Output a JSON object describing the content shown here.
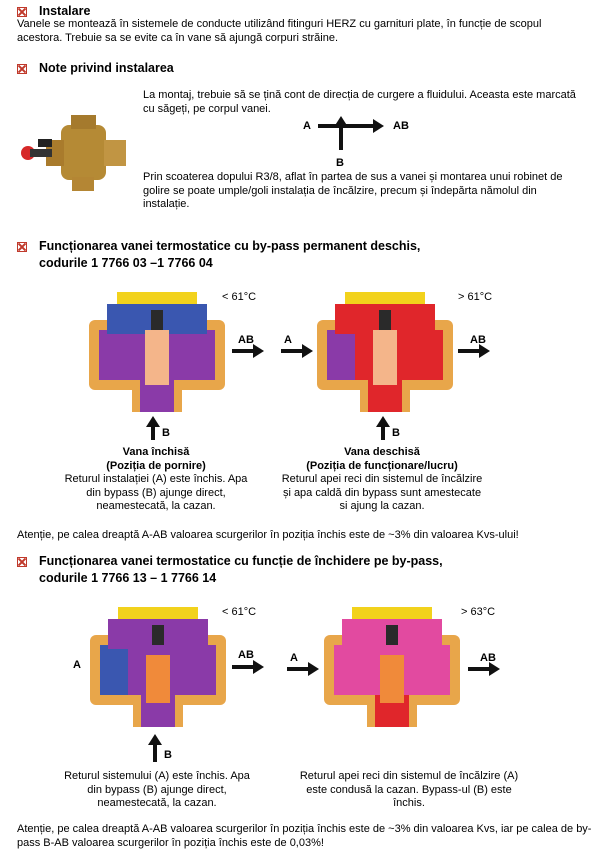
{
  "section1": {
    "title": "Instalare",
    "text": "Vanele se montează în sistemele de conducte utilizând fitinguri HERZ cu garnituri plate, în funcție de scopul acestora. Trebuie sa se evite ca în vane să ajungă corpuri străine."
  },
  "section2": {
    "title": "Note privind instalarea",
    "text1": "La montaj, trebuie să se țină cont de direcția de curgere a fluidului. Aceasta este marcată cu săgeți, pe corpul vanei.",
    "arrow_a": "A",
    "arrow_ab": "AB",
    "arrow_b": "B",
    "text2": "Prin scoaterea dopului R3/8, aflat în partea de sus a vanei și montarea unui robinet de golire se poate umple/goli instalația de încălzire, precum și îndepărta nămolul din instalație."
  },
  "section3": {
    "title_line1": "Funcționarea vanei termostatice cu by-pass permanent deschis,",
    "title_line2": "codurile 1 7766 03 –1 7766 04",
    "left": {
      "temp": "< 61°C",
      "label_ab": "AB",
      "label_b": "B",
      "caption_title1": "Vana închisă",
      "caption_title2": "(Poziția de pornire)",
      "caption_text": "Returul instalației (A) este închis. Apa din bypass (B) ajunge direct, neamestecată, la cazan."
    },
    "right": {
      "temp": "> 61°C",
      "label_a": "A",
      "label_ab": "AB",
      "label_b": "B",
      "caption_title1": "Vana deschisă",
      "caption_title2": "(Poziția de funcționare/lucru)",
      "caption_text": "Returul apei reci din sistemul de încălzire și apa caldă din bypass sunt amestecate si ajung la cazan."
    },
    "note": "Atenție, pe calea dreaptă A-AB valoarea scurgerilor în poziția închis este de ~3% din valoarea Kvs-ului!"
  },
  "section4": {
    "title_line1": "Funcționarea vanei termostatice cu funcție de închidere pe by-pass,",
    "title_line2": "codurile 1 7766 13 – 1 7766 14",
    "left": {
      "temp": "< 61°C",
      "label_a": "A",
      "label_ab": "AB",
      "label_b": "B",
      "caption_text": "Returul sistemului (A) este închis. Apa din bypass (B) ajunge direct, neamestecată, la cazan."
    },
    "right": {
      "temp": "> 63°C",
      "label_a": "A",
      "label_ab": "AB",
      "caption_text": "Returul apei reci din sistemul de încălzire (A) este condusă la cazan. Bypass-ul (B) este închis."
    },
    "note": "Atenție, pe calea dreaptă A-AB valoarea scurgerilor în poziția închis este de ~3% din valoarea Kvs, iar pe calea de by-pass B-AB valoarea scurgerilor în poziția închis este de 0,03%!"
  },
  "colors": {
    "brass": "#c9a24a",
    "yellow": "#f2d21c",
    "blue": "#3a57b0",
    "purple": "#8a3aa8",
    "red": "#e0262b",
    "pink": "#e24aa0",
    "orange": "#f08a3a",
    "bullet": "#c0392b"
  }
}
